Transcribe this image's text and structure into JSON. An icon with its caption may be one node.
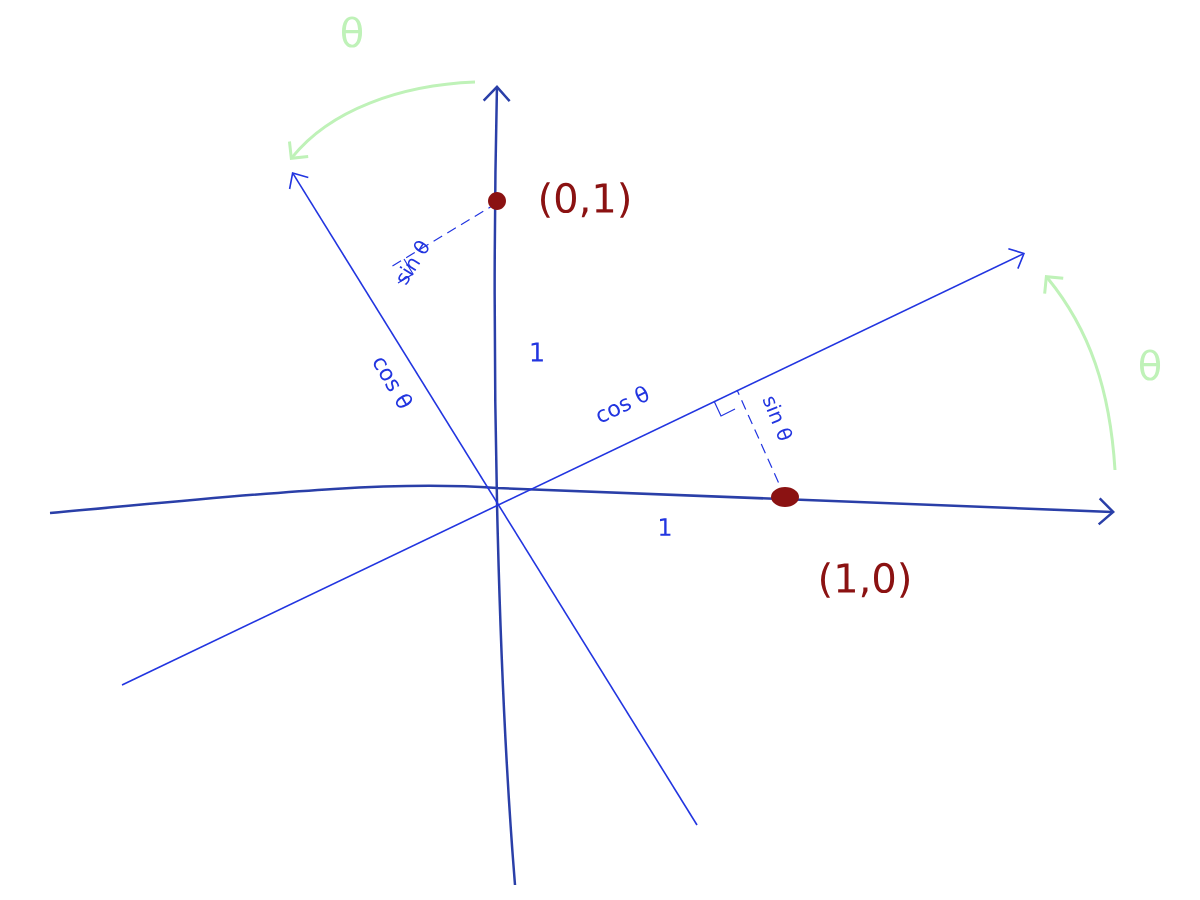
{
  "diagram": {
    "labels": [
      "θ",
      "(0,1)",
      "sin θ",
      "1",
      "θ",
      "cos θ",
      "cos θ",
      "sin θ",
      "1",
      "(1,0)"
    ]
  }
}
